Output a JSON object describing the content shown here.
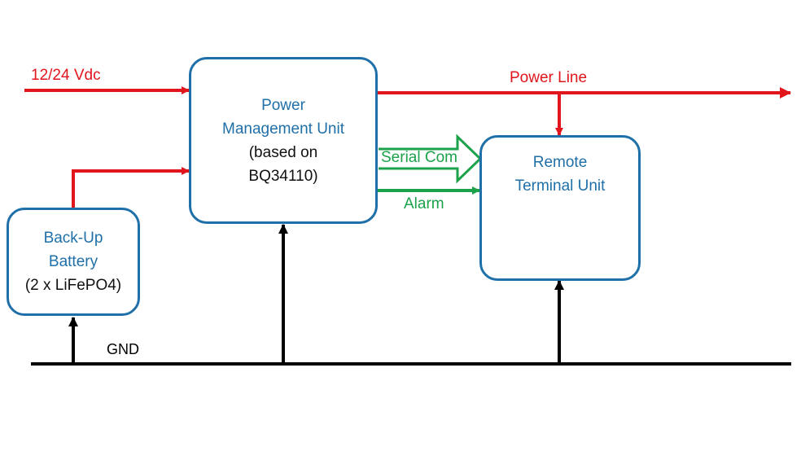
{
  "colors": {
    "power": "#e0161c",
    "signal": "#1ca24a",
    "ground": "#000000",
    "box_border": "#1f6fa8",
    "box_text": "#1f6fa8"
  },
  "labels": {
    "input_voltage": "12/24 Vdc",
    "power_line": "Power Line",
    "serial_com": "Serial Com",
    "alarm": "Alarm",
    "gnd": "GND"
  },
  "boxes": {
    "pmu": {
      "title_1": "Power",
      "title_2": "Management Unit",
      "sub_1": "(based on",
      "sub_2": "BQ34110)"
    },
    "rtu": {
      "title_1": "Remote",
      "title_2": "Terminal Unit"
    },
    "battery": {
      "title_1": "Back-Up",
      "title_2": "Battery",
      "sub_1": "(2 x LiFePO4)"
    }
  }
}
